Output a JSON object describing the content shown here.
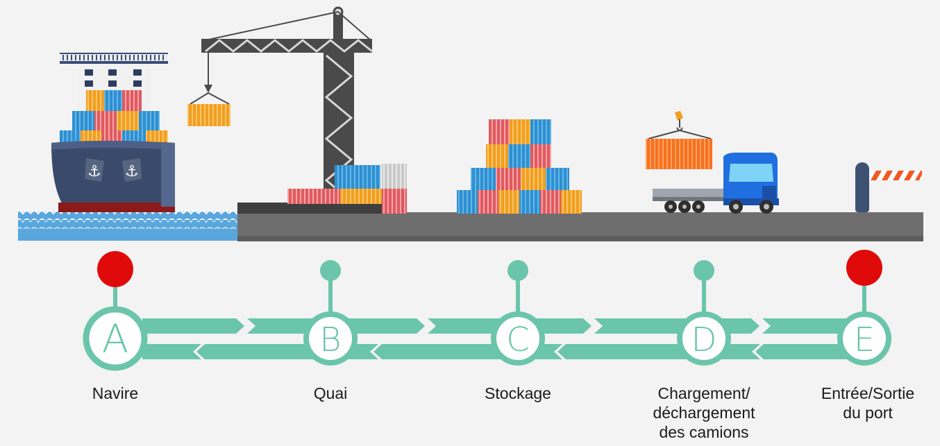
{
  "colors": {
    "teal": "#6ac5ab",
    "red": "#e10a0a",
    "water": "#5aa7de",
    "ground": "#6e6e6e",
    "hull": "#3a4a6b"
  },
  "stages": [
    {
      "letter": "A",
      "label": "Navire",
      "marker": "red"
    },
    {
      "letter": "B",
      "label": "Quai",
      "marker": "teal"
    },
    {
      "letter": "C",
      "label": "Stockage",
      "marker": "teal"
    },
    {
      "letter": "D",
      "label": "Chargement/\ndéchargement\ndes camions",
      "marker": "teal"
    },
    {
      "letter": "E",
      "label": "Entrée/Sortie\ndu port",
      "marker": "red"
    }
  ],
  "icons": [
    "ship-icon",
    "anchor-icon",
    "crane-icon",
    "container-stack-icon",
    "truck-icon",
    "barrier-gate-icon"
  ]
}
